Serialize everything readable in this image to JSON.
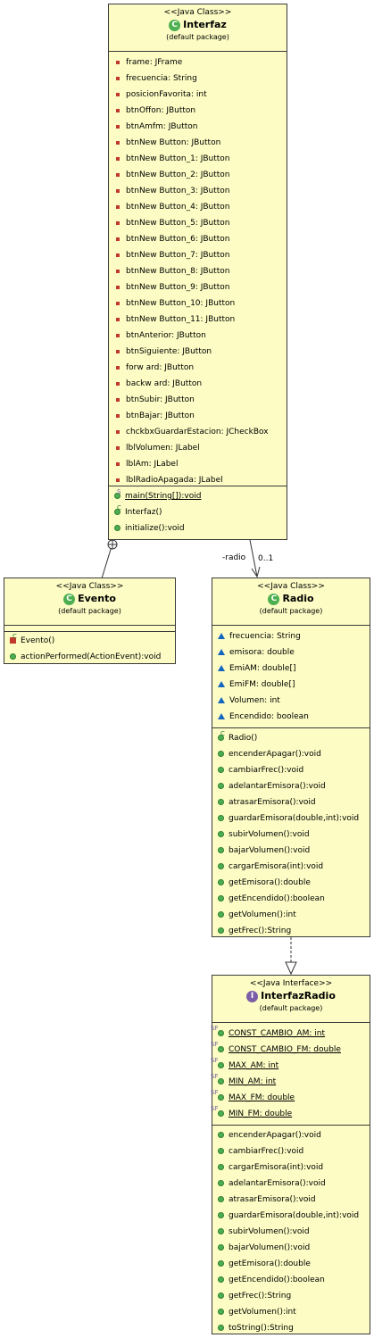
{
  "interfaz": {
    "stereotype": "<<Java Class>>",
    "name": "Interfaz",
    "package": "(default package)",
    "attributes": [
      "frame: JFrame",
      "frecuencia: String",
      "posicionFavorita: int",
      "btnOffon: JButton",
      "btnAmfm: JButton",
      "btnNew Button: JButton",
      "btnNew Button_1: JButton",
      "btnNew Button_2: JButton",
      "btnNew Button_3: JButton",
      "btnNew Button_4: JButton",
      "btnNew Button_5: JButton",
      "btnNew Button_6: JButton",
      "btnNew Button_7: JButton",
      "btnNew Button_8: JButton",
      "btnNew Button_9: JButton",
      "btnNew Button_10: JButton",
      "btnNew Button_11: JButton",
      "btnAnterior: JButton",
      "btnSiguiente: JButton",
      "forw ard: JButton",
      "backw ard: JButton",
      "btnSubir: JButton",
      "btnBajar: JButton",
      "chckbxGuardarEstacion: JCheckBox",
      "lblVolumen: JLabel",
      "lblAm: JLabel",
      "lblRadioApagada: JLabel"
    ],
    "methods": [
      "main(String[]):void",
      "Interfaz()",
      "initialize():void"
    ]
  },
  "evento": {
    "stereotype": "<<Java Class>>",
    "name": "Evento",
    "package": "(default package)",
    "methods": [
      "Evento()",
      "actionPerformed(ActionEvent):void"
    ]
  },
  "radio": {
    "stereotype": "<<Java Class>>",
    "name": "Radio",
    "package": "(default package)",
    "attributes": [
      "frecuencia: String",
      "emisora: double",
      "EmiAM: double[]",
      "EmiFM: double[]",
      "Volumen: int",
      "Encendido: boolean"
    ],
    "methods": [
      "Radio()",
      "encenderApagar():void",
      "cambiarFrec():void",
      "adelantarEmisora():void",
      "atrasarEmisora():void",
      "guardarEmisora(double,int):void",
      "subirVolumen():void",
      "bajarVolumen():void",
      "cargarEmisora(int):void",
      "getEmisora():double",
      "getEncendido():boolean",
      "getVolumen():int",
      "getFrec():String"
    ]
  },
  "interfazRadio": {
    "stereotype": "<<Java Interface>>",
    "name": "InterfazRadio",
    "package": "(default package)",
    "constants": [
      "CONST_CAMBIO_AM: int",
      "CONST_CAMBIO_FM: double",
      "MAX_AM: int",
      "MIN_AM: int",
      "MAX_FM: double",
      "MIN_FM: double"
    ],
    "methods": [
      "encenderApagar():void",
      "cambiarFrec():void",
      "cargarEmisora(int):void",
      "adelantarEmisora():void",
      "atrasarEmisora():void",
      "guardarEmisora(double,int):void",
      "subirVolumen():void",
      "bajarVolumen():void",
      "getEmisora():double",
      "getEncendido():boolean",
      "getFrec():String",
      "getVolumen():int",
      "toString():String"
    ]
  },
  "association": {
    "role": "-radio",
    "multiplicity": "0..1"
  },
  "class_icon_letter": "C",
  "interface_icon_letter": "I",
  "modifier_static": "S",
  "modifier_ctor": "C",
  "modifier_static_final": "SF",
  "colors": {
    "box_fill": "#fcfcc4",
    "border": "#3a3a3a",
    "class_icon": "#4caf50",
    "interface_icon": "#7b5ea7"
  }
}
